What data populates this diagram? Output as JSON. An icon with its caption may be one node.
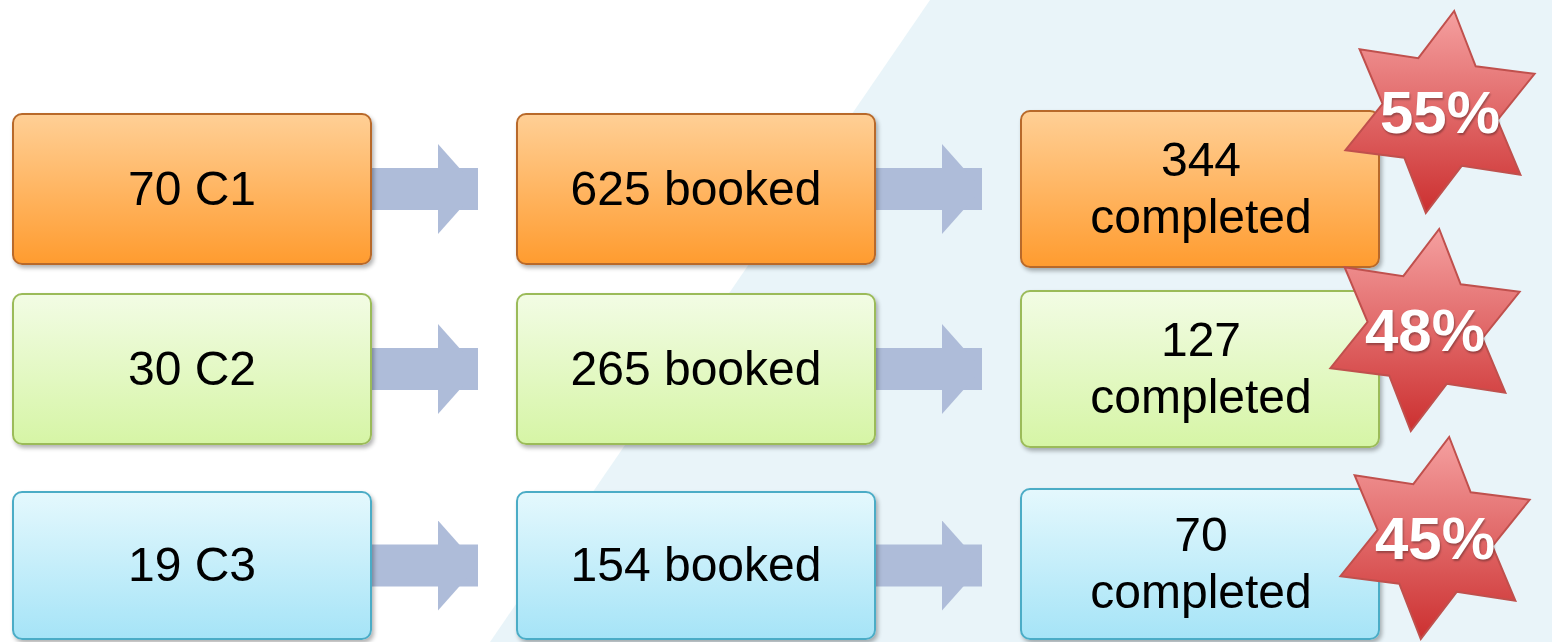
{
  "diagram": {
    "nodes": [
      {
        "text": [
          "70 C1"
        ]
      },
      {
        "text": [
          "625 booked"
        ]
      },
      {
        "text": [
          "344 completed"
        ]
      },
      {
        "text": [
          "55%"
        ]
      },
      {
        "text": [
          "30 C2"
        ]
      },
      {
        "text": [
          "265 booked"
        ]
      },
      {
        "text": [
          "127 completed"
        ]
      },
      {
        "text": [
          "48%"
        ]
      },
      {
        "text": [
          "19 C3"
        ]
      },
      {
        "text": [
          "154 booked"
        ]
      },
      {
        "text": [
          "70 completed"
        ]
      },
      {
        "text": [
          "45%"
        ]
      }
    ],
    "edges": [
      {
        "from": 0,
        "to": 1,
        "arrow": "to"
      },
      {
        "from": 1,
        "to": 2,
        "arrow": "to"
      },
      {
        "from": 4,
        "to": 5,
        "arrow": "to"
      },
      {
        "from": 5,
        "to": 6,
        "arrow": "to"
      },
      {
        "from": 8,
        "to": 9,
        "arrow": "to"
      },
      {
        "from": 9,
        "to": 10,
        "arrow": "to"
      }
    ]
  }
}
